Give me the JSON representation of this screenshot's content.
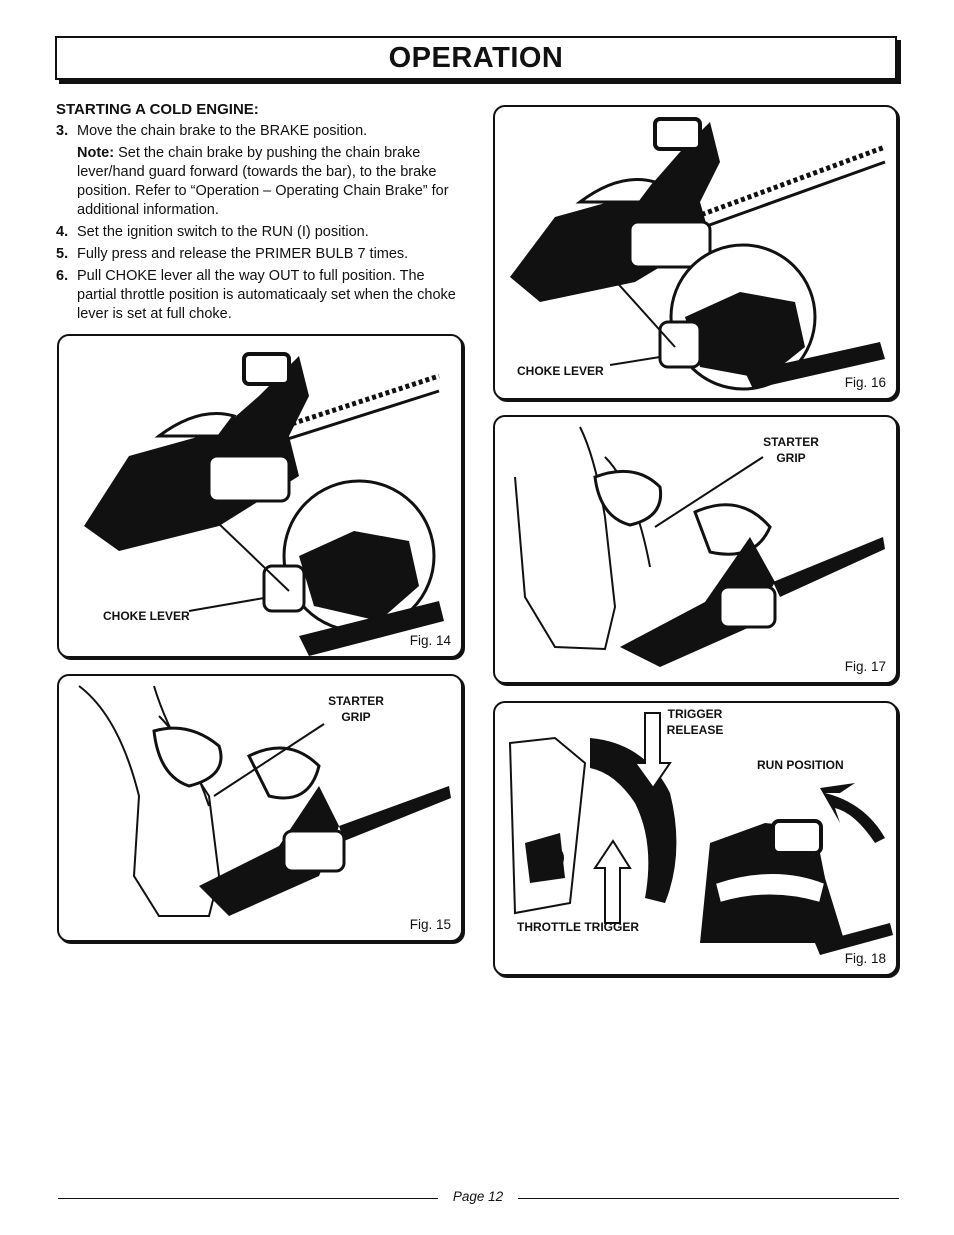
{
  "header": {
    "title": "OPERATION"
  },
  "section": {
    "heading": "STARTING A COLD ENGINE:",
    "steps": [
      {
        "num": "3.",
        "text": "Move the chain brake to the BRAKE position."
      },
      {
        "num": "4.",
        "text": "Set the ignition switch to the RUN (I) position."
      },
      {
        "num": "5.",
        "text": "Fully press and release the PRIMER BULB 7 times."
      },
      {
        "num": "6.",
        "text": "Pull CHOKE lever all the way OUT to full position. The partial throttle position is automaticaaly set when the choke lever is set at full choke."
      }
    ],
    "note": {
      "label": "Note:",
      "text": " Set the chain brake by pushing the chain brake lever/hand guard forward (towards the bar), to the brake position. Refer to “Operation – Operating Chain Brake” for additional information."
    }
  },
  "figures": {
    "fig14": {
      "caption": "Fig. 14",
      "label": "CHOKE LEVER"
    },
    "fig15": {
      "caption": "Fig. 15",
      "label": "STARTER GRIP"
    },
    "fig16": {
      "caption": "Fig. 16",
      "label": "CHOKE LEVER"
    },
    "fig17": {
      "caption": "Fig. 17",
      "label": "STARTER GRIP"
    },
    "fig18": {
      "caption": "Fig. 18",
      "label_trigger_release": "TRIGGER RELEASE",
      "label_run_position": "RUN POSITION",
      "label_throttle_trigger": "THROTTLE TRIGGER"
    }
  },
  "footer": {
    "page": "Page 12"
  }
}
